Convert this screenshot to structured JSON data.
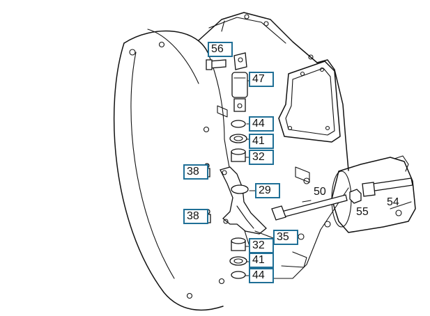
{
  "callouts": {
    "p56": "56",
    "p47": "47",
    "p44a": "44",
    "p41a": "41",
    "p32a": "32",
    "p38a": "38",
    "p29": "29",
    "p38b": "38",
    "p35": "35",
    "p32b": "32",
    "p41b": "41",
    "p44b": "44"
  },
  "labels": {
    "p50": "50",
    "p55": "55",
    "p54": "54"
  },
  "colors": {
    "callout_border": "#1f6f96",
    "line": "#111111"
  }
}
